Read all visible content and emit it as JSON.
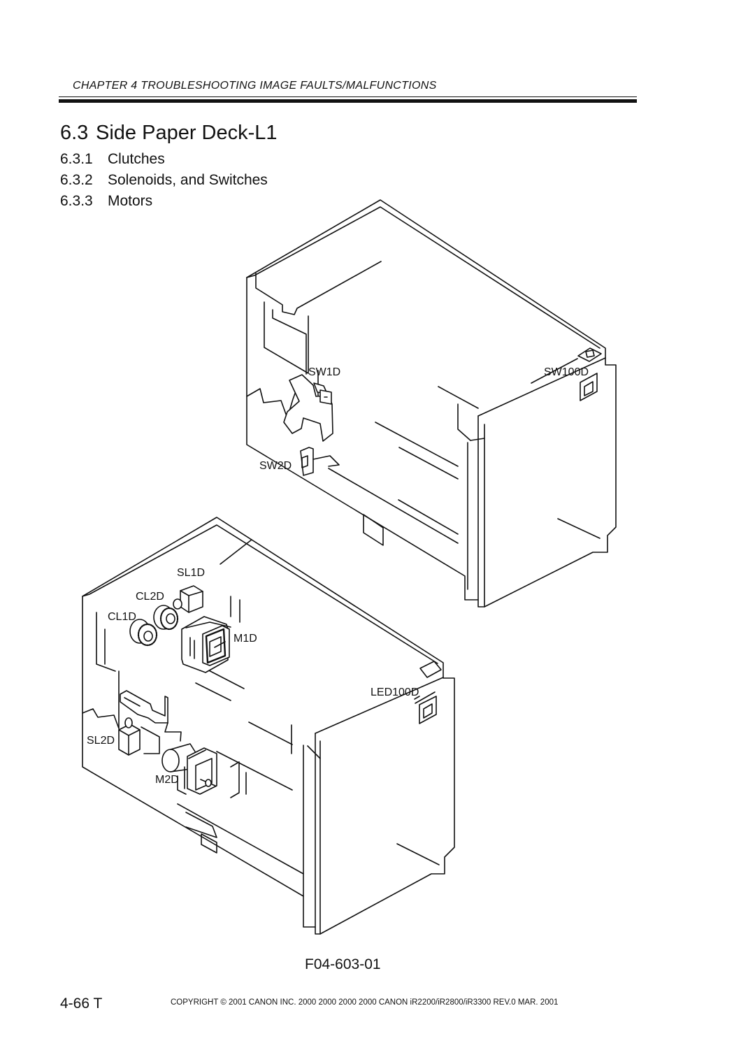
{
  "header": {
    "chapter": "CHAPTER 4 TROUBLESHOOTING IMAGE FAULTS/MALFUNCTIONS"
  },
  "section": {
    "number": "6.3",
    "title": "Side Paper Deck-L1"
  },
  "subsections": [
    {
      "number": "6.3.1",
      "title": "Clutches"
    },
    {
      "number": "6.3.2",
      "title": "Solenoids, and Switches"
    },
    {
      "number": "6.3.3",
      "title": "Motors"
    }
  ],
  "figure": {
    "labels": {
      "sw1d": "SW1D",
      "sw100d": "SW100D",
      "sw2d": "SW2D",
      "sl1d": "SL1D",
      "cl2d": "CL2D",
      "cl1d": "CL1D",
      "m1d": "M1D",
      "led100d": "LED100D",
      "sl2d": "SL2D",
      "m2d": "M2D"
    },
    "id": "F04-603-01"
  },
  "footer": {
    "page": "4-66 T",
    "copyright": "COPYRIGHT © 2001 CANON INC. 2000 2000 2000 2000 CANON iR2200/iR2800/iR3300 REV.0 MAR. 2001"
  }
}
